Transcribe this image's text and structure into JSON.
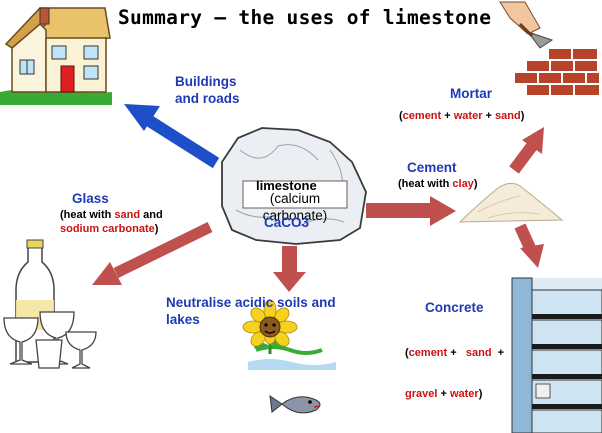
{
  "title": "Summary – the uses of limestone",
  "center": {
    "name": "limestone",
    "description": "(calcium carbonate)",
    "formula": "CaCO3"
  },
  "uses": {
    "buildings": {
      "heading_line1": "Buildings",
      "heading_line2": "and roads"
    },
    "glass": {
      "heading": "Glass",
      "detail_line1_a": "(heat with ",
      "detail_line1_b": "sand",
      "detail_line1_c": " and",
      "detail_line2_a": "sodium carbonate",
      "detail_line2_b": ")"
    },
    "neutralise": {
      "heading_line1": "Neutralise acidic soils and",
      "heading_line2": "lakes"
    },
    "cement": {
      "heading": "Cement",
      "detail_a": "(heat with ",
      "detail_b": "clay",
      "detail_c": ")"
    },
    "mortar": {
      "heading": "Mortar",
      "detail_open": "(",
      "ingredient1": "cement",
      "plus1": " + ",
      "ingredient2": "water",
      "plus2": " + ",
      "ingredient3": "sand",
      "detail_close": ")"
    },
    "concrete": {
      "heading": "Concrete",
      "line1_open": "(",
      "ingredient1": "cement",
      "plus1": " +   ",
      "ingredient2": "sand",
      "plus2": "  +",
      "ingredient3": "gravel",
      "plus3": " + ",
      "ingredient4": "water",
      "line2_close": ")"
    }
  },
  "colors": {
    "heading_blue": "#1f3bb3",
    "ingredient_red": "#cc1111",
    "arrow_blue": "#1f4fc8",
    "arrow_red": "#c0504d"
  },
  "illustrations": [
    "house",
    "trowel-and-bricks",
    "milk-bottle-and-glasses",
    "flower-and-fish",
    "powder-pile",
    "building"
  ]
}
